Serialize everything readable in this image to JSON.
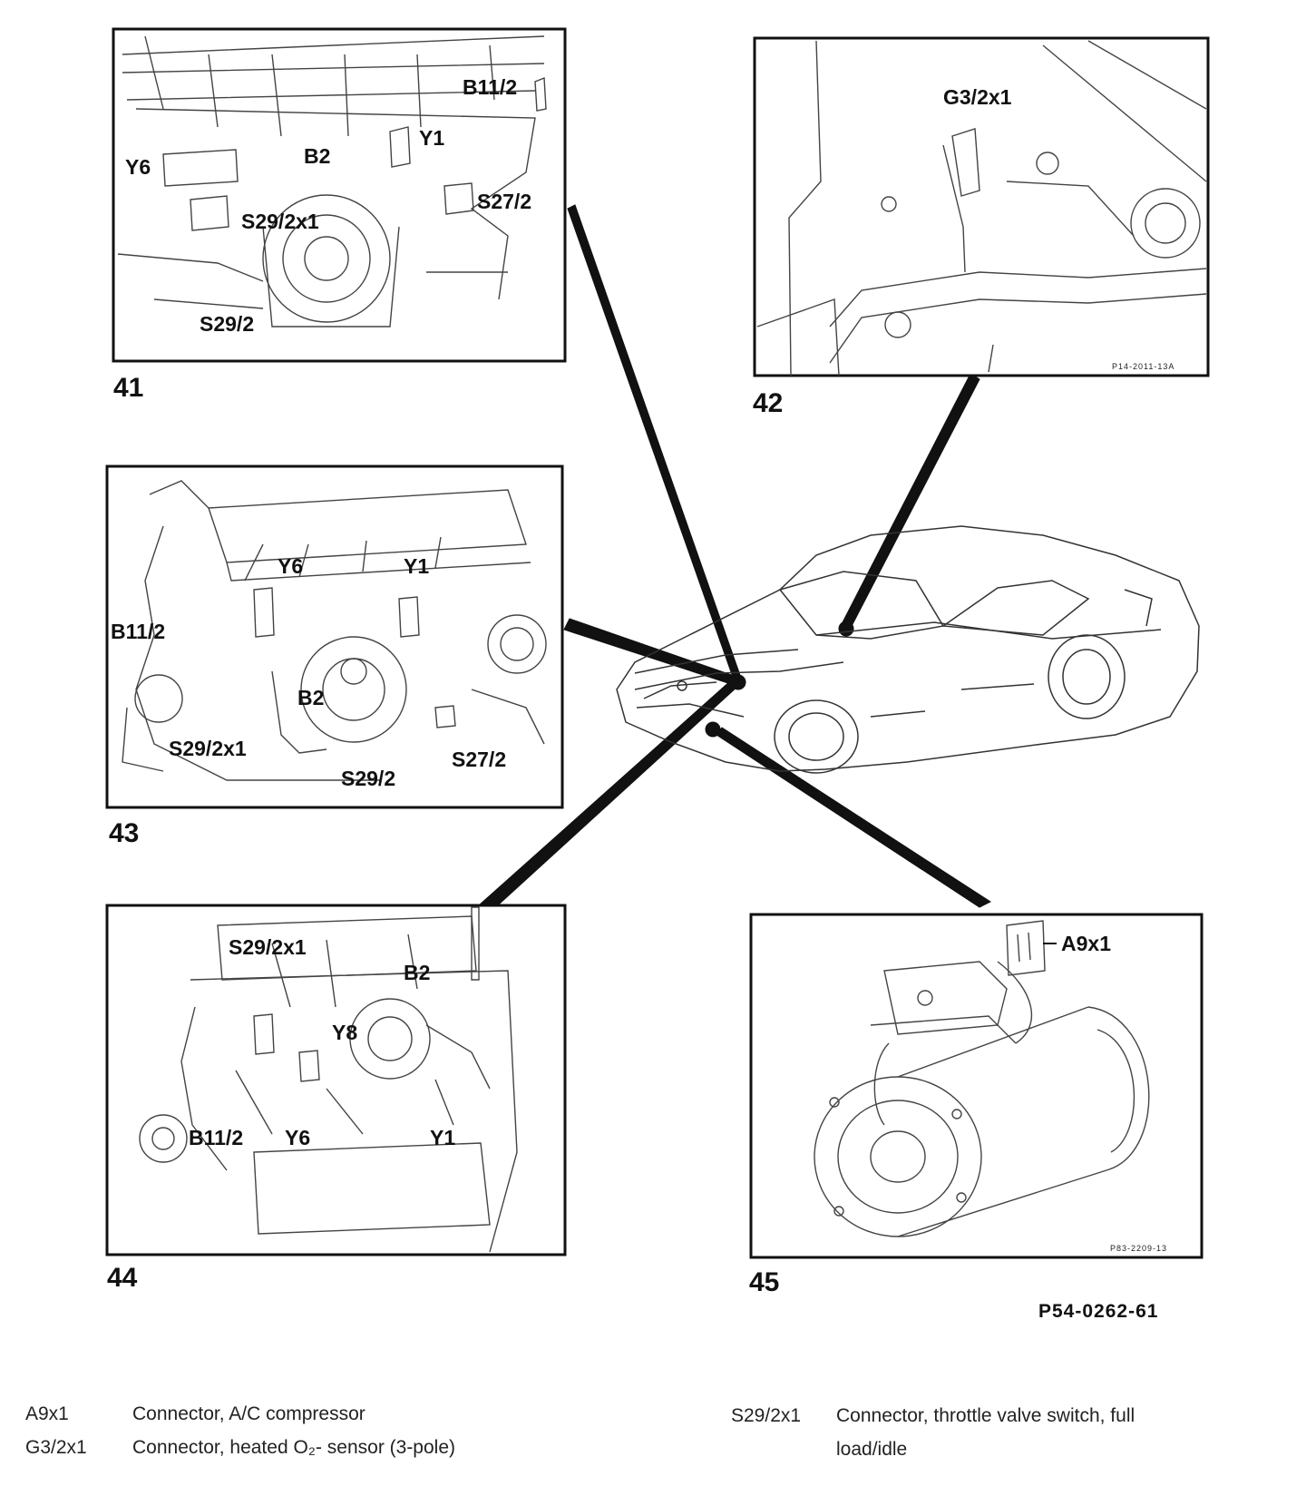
{
  "figures": {
    "fig41": {
      "number": "41",
      "labels": [
        "B11/2",
        "Y1",
        "Y6",
        "B2",
        "S27/2",
        "S29/2x1",
        "S29/2"
      ]
    },
    "fig42": {
      "number": "42",
      "labels": [
        "G3/2x1"
      ],
      "ref": "P14-2011-13A"
    },
    "fig43": {
      "number": "43",
      "labels": [
        "Y6",
        "Y1",
        "B11/2",
        "B2",
        "S29/2x1",
        "S29/2",
        "S27/2"
      ]
    },
    "fig44": {
      "number": "44",
      "labels": [
        "S29/2x1",
        "B2",
        "Y8",
        "B11/2",
        "Y6",
        "Y1"
      ]
    },
    "fig45": {
      "number": "45",
      "labels": [
        "A9x1"
      ],
      "ref": "P83-2209-13"
    }
  },
  "drawing_code": "P54-0262-61",
  "legend": {
    "left": [
      {
        "code": "A9x1",
        "desc": "Connector, A/C compressor"
      },
      {
        "code": "G3/2x1",
        "desc": "Connector, heated O₂- sensor (3-pole)"
      }
    ],
    "right": [
      {
        "code": "S29/2x1",
        "desc": "Connector, throttle valve switch, full"
      },
      {
        "code": "",
        "desc": "load/idle"
      }
    ]
  }
}
